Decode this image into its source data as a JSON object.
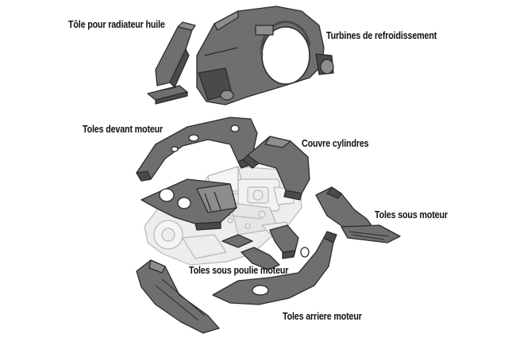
{
  "labels": {
    "radiator_sheet": "Tôle pour radiateur huile",
    "cooling_turbine": "Turbines de refroidissement",
    "front_engine_sheets": "Toles devant moteur",
    "cylinder_covers": "Couvre cylindres",
    "under_engine_sheets": "Toles sous moteur",
    "under_pulley_sheets": "Toles sous poulie moteur",
    "rear_engine_sheets": "Toles arriere moteur"
  },
  "colors": {
    "part_fill": "#6f6f6f",
    "part_dark": "#4a4a4a",
    "part_light": "#8d8d8d",
    "outline": "#2b2b2b",
    "engine_fill": "#ededed",
    "engine_line": "#b8b8b8",
    "label_text": "#111111"
  }
}
